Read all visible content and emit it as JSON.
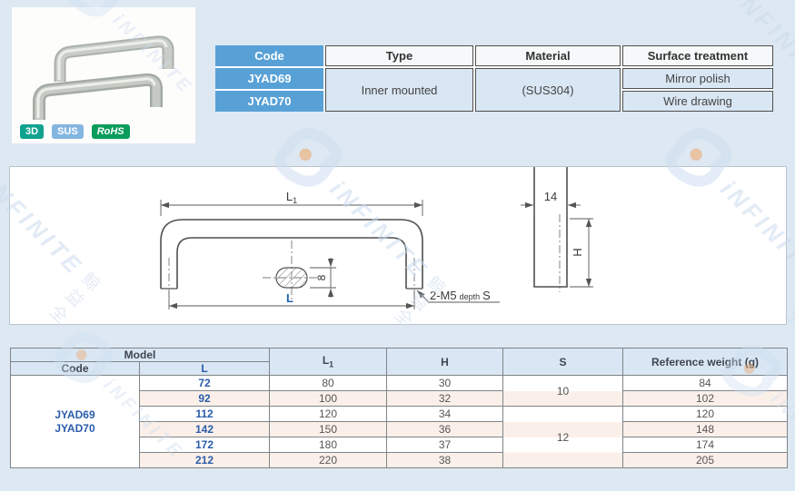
{
  "watermark": {
    "brand": "iNFINITE",
    "cjk": "鲸益全"
  },
  "product": {
    "badges": [
      {
        "label": "3D"
      },
      {
        "label": "SUS"
      },
      {
        "label": "RoHS"
      }
    ]
  },
  "spec_table": {
    "headers": {
      "code": "Code",
      "type": "Type",
      "material": "Material",
      "surface": "Surface treatment"
    },
    "codes": [
      "JYAD69",
      "JYAD70"
    ],
    "type": "Inner mounted",
    "material": "(SUS304)",
    "surface": [
      "Mirror polish",
      "Wire drawing"
    ]
  },
  "drawing": {
    "dim_l1_main": "L",
    "dim_l1_sub": "1",
    "dim_l": "L",
    "dim_8": "8",
    "dim_14": "14",
    "dim_h": "H",
    "thread": "2-M5",
    "depth_word": "depth",
    "depth_value": "S"
  },
  "size_table": {
    "headers": {
      "model": "Model",
      "code": "Code",
      "l": "L",
      "l1_main": "L",
      "l1_sub": "1",
      "h": "H",
      "s": "S",
      "weight": "Reference weight (g)"
    },
    "code_lines": [
      "JYAD69",
      "JYAD70"
    ],
    "rows": [
      {
        "l": "72",
        "l1": "80",
        "h": "30",
        "w": "84"
      },
      {
        "l": "92",
        "l1": "100",
        "h": "32",
        "w": "102"
      },
      {
        "l": "112",
        "l1": "120",
        "h": "34",
        "w": "120"
      },
      {
        "l": "142",
        "l1": "150",
        "h": "36",
        "w": "148"
      },
      {
        "l": "172",
        "l1": "180",
        "h": "37",
        "w": "174"
      },
      {
        "l": "212",
        "l1": "220",
        "h": "38",
        "w": "205"
      }
    ],
    "s_groups": [
      {
        "value": "10"
      },
      {
        "value": "12"
      }
    ]
  },
  "colors": {
    "accent_blue": "#58a1d7",
    "light_blue": "#d9e6f3",
    "stripe_pink": "#fbf0e9",
    "link_blue": "#2a5caa",
    "page_bg": "#dde8f2"
  }
}
